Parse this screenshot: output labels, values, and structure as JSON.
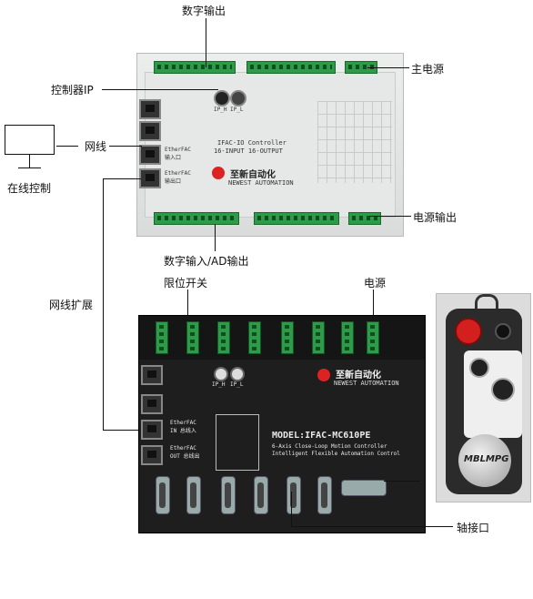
{
  "labels": {
    "digital_output": "数字输出",
    "main_power": "主电源",
    "controller_ip": "控制器IP",
    "network_cable": "网线",
    "online_control": "在线控制",
    "power_output": "电源输出",
    "digital_input_ad_output": "数字输入/AD输出",
    "network_extension": "网线扩展",
    "limit_switch": "限位开关",
    "power": "电源",
    "axis_port": "轴接口"
  },
  "io_controller": {
    "model_line1": "IFAC-IO Controller",
    "model_line2": "16-INPUT 16-OUTPUT",
    "brand_cn": "至新自动化",
    "brand_en": "NEWEST AUTOMATION",
    "ethercat_in": "EtherFAC 输入口",
    "ethercat_out": "EtherFAC 输出口",
    "ip_labels": [
      "IP_H",
      "IP_L"
    ]
  },
  "motion_controller": {
    "model": "MODEL:IFAC-MC610PE",
    "desc_line1": "6-Axis Close-Loop Motion Controller",
    "desc_line2": "Intelligent Flexible Automation Control",
    "brand_cn": "至新自动化",
    "brand_en": "NEWEST AUTOMATION",
    "ethercat_in": "EtherFAC IN 总线入",
    "ethercat_out": "EtherFAC OUT 总线出",
    "ip_labels": [
      "IP_H",
      "IP_L"
    ]
  },
  "pendant": {
    "brand": "MBLMPG"
  }
}
